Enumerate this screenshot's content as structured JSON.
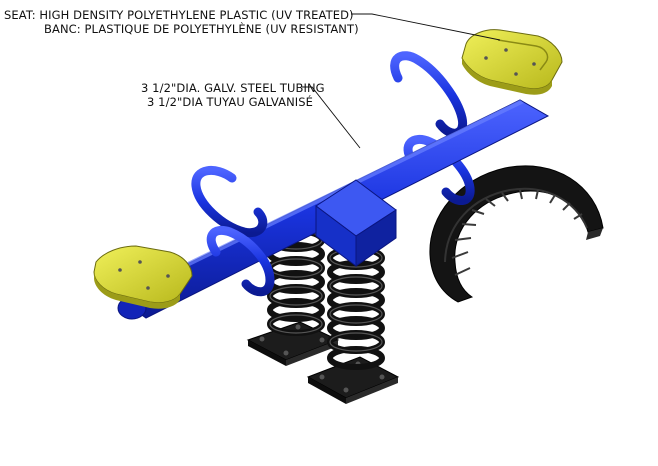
{
  "callouts": {
    "seat": {
      "line1": "SEAT: HIGH DENSITY POLYETHYLENE PLASTIC (UV TREATED)",
      "line2": "BANC: PLASTIQUE DE POLYETHYLÈNE (UV RESISTANT)"
    },
    "tubing": {
      "line1": "3 1/2\"DIA. GALV. STEEL TUBING",
      "line2": "3 1/2\"DIA TUYAU GALVANISÉ"
    }
  },
  "colors": {
    "seat": "#d7d72a",
    "tube": "#1732d6",
    "tube_dark": "#0c1a8c",
    "spring": "#1a1a1a",
    "tire": "#151515"
  }
}
